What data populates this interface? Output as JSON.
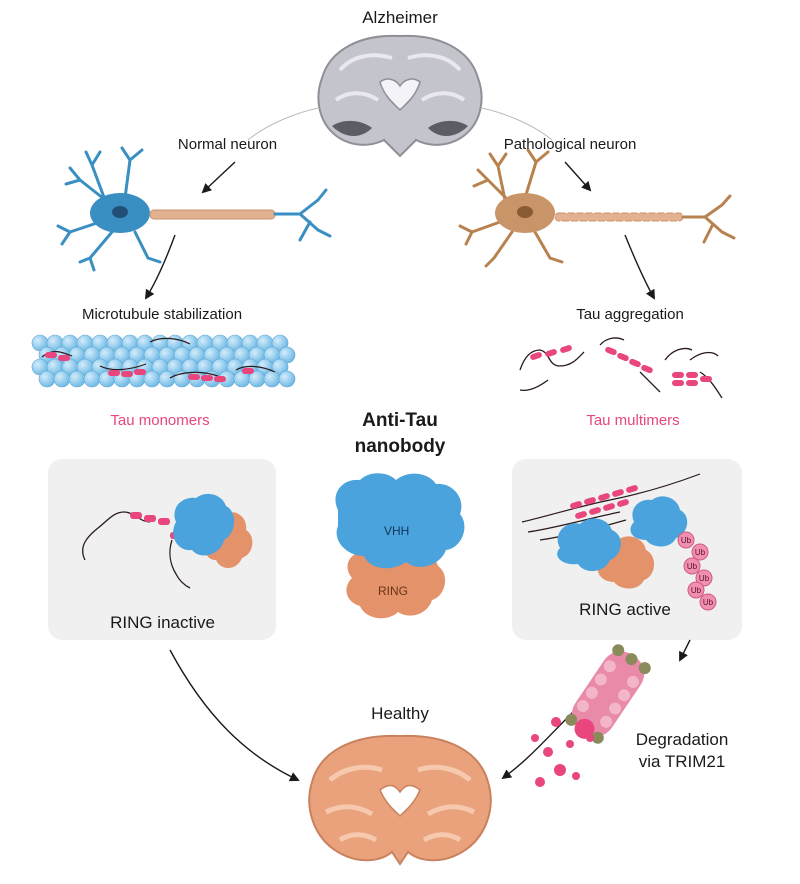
{
  "title_top": "Alzheimer",
  "labels": {
    "normal_neuron": "Normal neuron",
    "pathological_neuron": "Pathological neuron",
    "microtubule_stabilization": "Microtubule stabilization",
    "tau_aggregation": "Tau aggregation",
    "tau_monomers": "Tau monomers",
    "tau_multimers": "Tau multimers",
    "nanobody_line1": "Anti-Tau",
    "nanobody_line2": "nanobody",
    "vhh": "VHH",
    "ring": "RING",
    "ring_inactive": "RING inactive",
    "ring_active": "RING active",
    "ub": "Ub",
    "healthy": "Healthy",
    "degradation_line1": "Degradation",
    "degradation_line2": "via TRIM21"
  },
  "colors": {
    "tau_pink": "#e8467c",
    "normal_blue": "#3a8fc2",
    "pathological_tan": "#b8824f",
    "vhh_blue": "#4aa3dc",
    "ring_orange": "#e3926a",
    "healthy_brain": "#e9a27c",
    "alz_brain": "#b9b9bf",
    "panel_gray": "#f0f0f0"
  }
}
